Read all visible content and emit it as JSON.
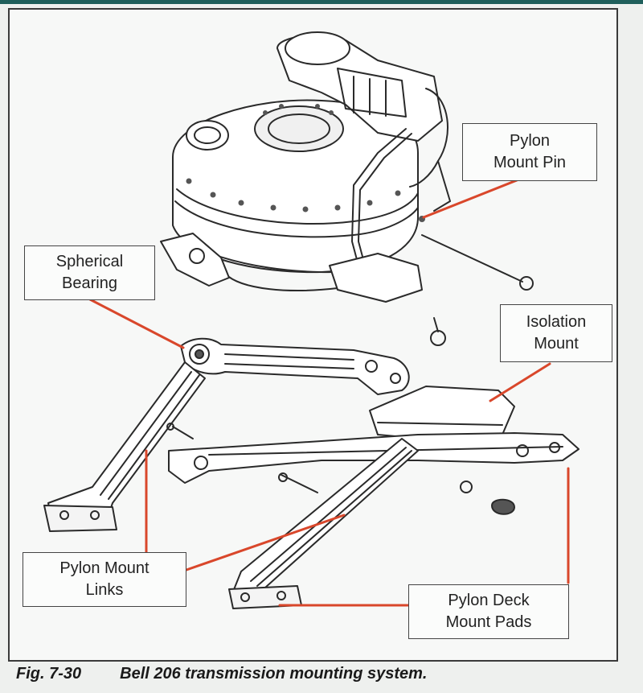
{
  "labels": {
    "pylon_mount_pin": [
      "Pylon",
      "Mount Pin"
    ],
    "spherical_bearing": [
      "Spherical",
      "Bearing"
    ],
    "isolation_mount": [
      "Isolation",
      "Mount"
    ],
    "pylon_mount_links": [
      "Pylon Mount",
      "Links"
    ],
    "pylon_deck_mount_pads": [
      "Pylon Deck",
      "Mount Pads"
    ]
  },
  "caption": {
    "number": "Fig. 7-30",
    "text": "Bell 206 transmission mounting system."
  },
  "colors": {
    "leader": "#d9472b",
    "ink": "#2a2a2a",
    "frame": "#3a3a3a",
    "accent_bar": "#1f5f5b"
  }
}
